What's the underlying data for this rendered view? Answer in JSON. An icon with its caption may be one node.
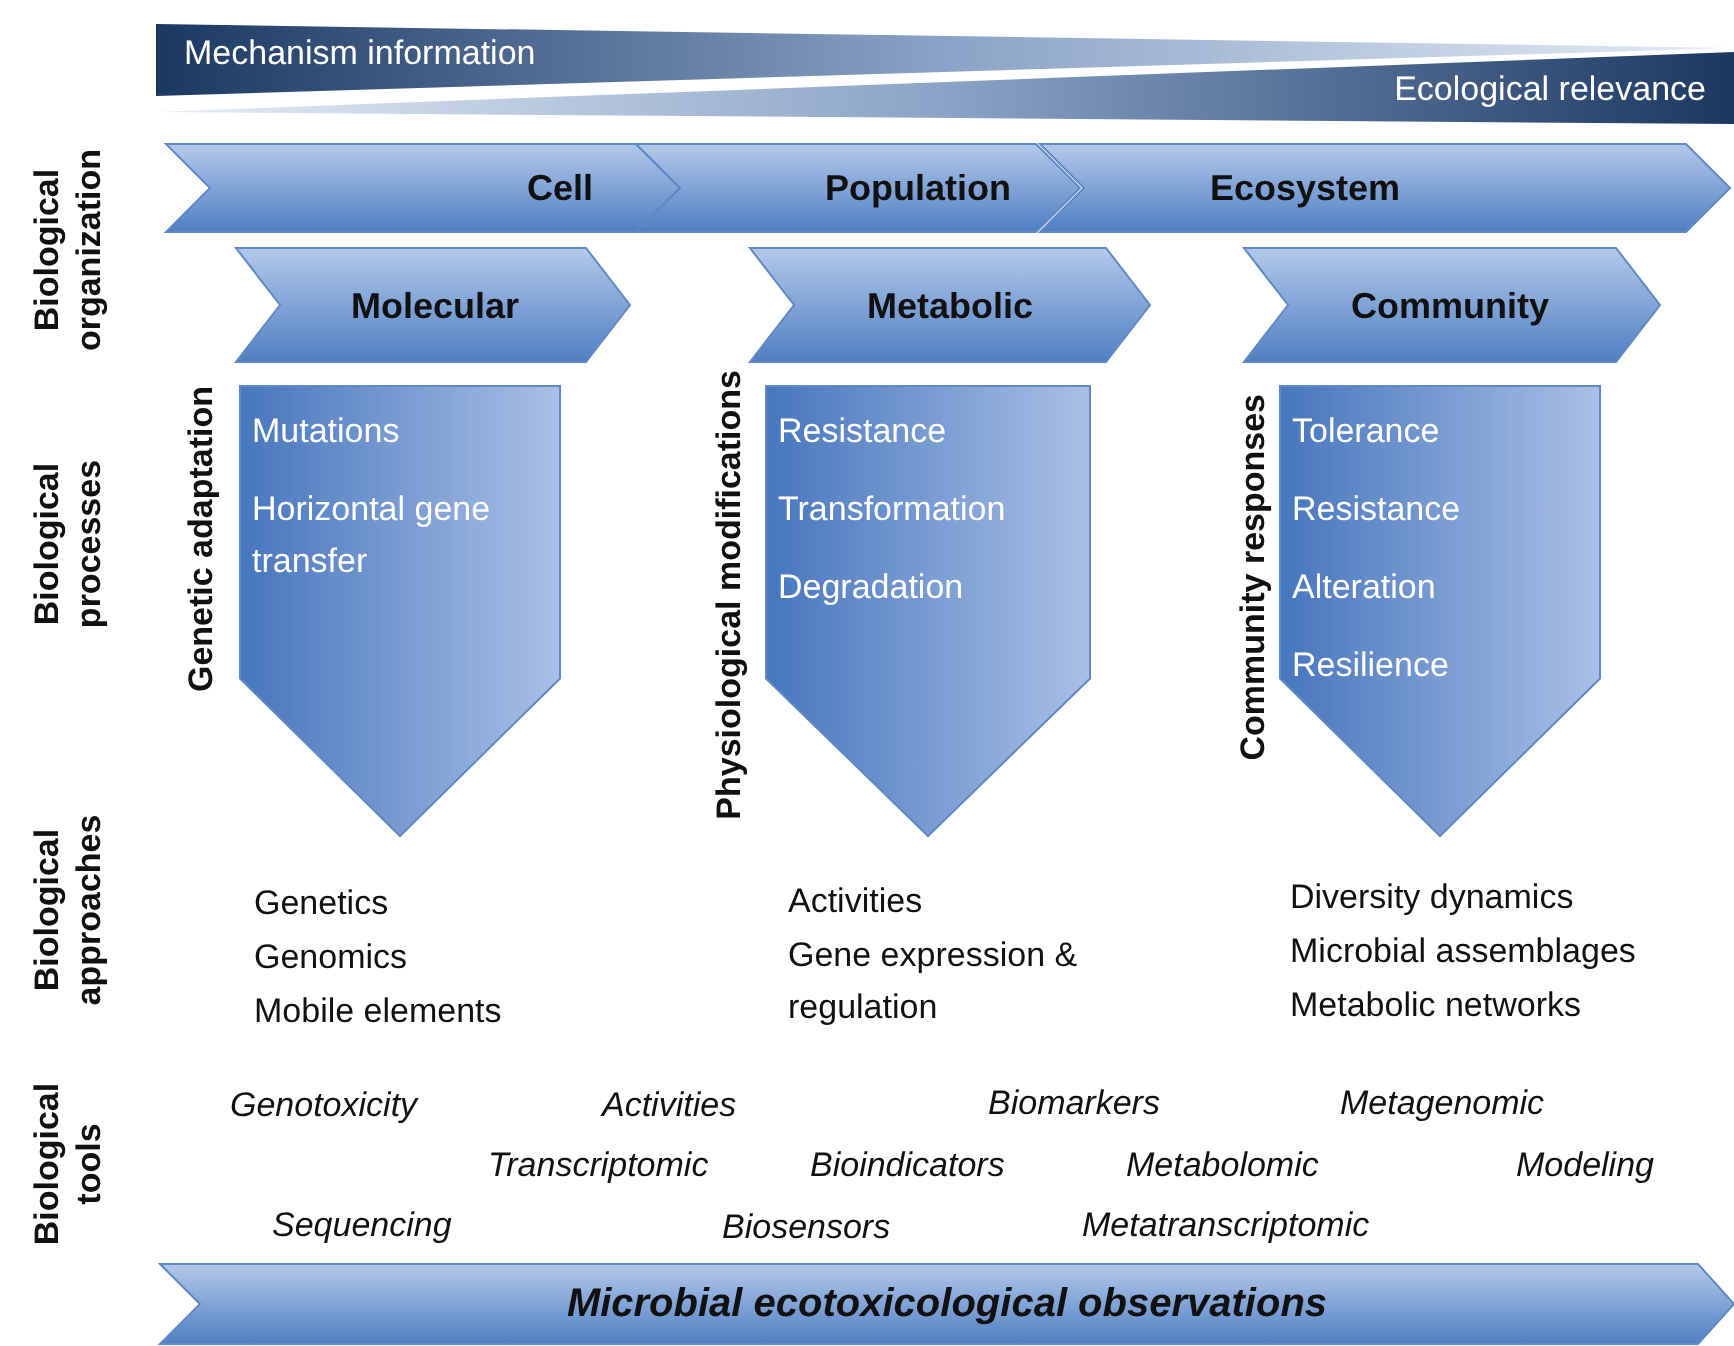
{
  "diagram": {
    "nodes": [
      {
        "text": [
          "Mechanism information"
        ]
      },
      {
        "text": [
          "Ecological relevance"
        ]
      },
      {
        "text": [
          "Cell"
        ]
      },
      {
        "text": [
          "Population"
        ]
      },
      {
        "text": [
          "Ecosystem"
        ]
      },
      {
        "text": [
          "Molecular"
        ]
      },
      {
        "text": [
          "Metabolic"
        ]
      },
      {
        "text": [
          "Community"
        ]
      },
      {
        "text": [
          "Mutations",
          "Horizontal gene transfer"
        ],
        "beside": [
          "Genetic adaptation"
        ]
      },
      {
        "text": [
          "Resistance",
          "Transformation",
          "Degradation"
        ],
        "beside": [
          "Physiological modifications"
        ]
      },
      {
        "text": [
          "Tolerance",
          "Resistance",
          "Alteration",
          "Resilience"
        ],
        "beside": [
          "Community responses"
        ]
      },
      {
        "text": [
          "Microbial ecotoxicological observations"
        ]
      }
    ],
    "labels": [
      "Biological organization",
      "Biological processes",
      "Genetics",
      "Genomics",
      "Mobile elements",
      "Activities",
      "Gene expression & regulation",
      "Diversity dynamics",
      "Microbial assemblages",
      "Metabolic networks",
      "Biological approaches",
      "Biological tools",
      "Genotoxicity",
      "Activities",
      "Biomarkers",
      "Metagenomic",
      "Transcriptomic",
      "Bioindicators",
      "Metabolomic",
      "Modeling",
      "Sequencing",
      "Biosensors",
      "Metatranscriptomic"
    ]
  }
}
